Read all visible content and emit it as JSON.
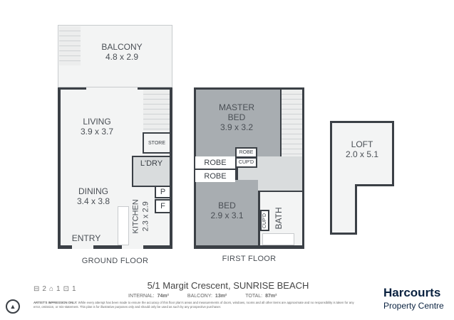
{
  "ground_floor": {
    "label": "GROUND FLOOR",
    "rooms": {
      "balcony": {
        "name": "BALCONY",
        "size": "4.8 x 2.9"
      },
      "living": {
        "name": "LIVING",
        "size": "3.9 x 3.7"
      },
      "store": {
        "name": "STORE"
      },
      "laundry": {
        "name": "L'DRY"
      },
      "pantry": {
        "name": "P"
      },
      "fridge": {
        "name": "F"
      },
      "kitchen": {
        "name": "KITCHEN",
        "size": "2.3 x 2.9"
      },
      "dining": {
        "name": "DINING",
        "size": "3.4 x 3.8"
      },
      "entry": {
        "name": "ENTRY"
      }
    }
  },
  "first_floor": {
    "label": "FIRST FLOOR",
    "rooms": {
      "master": {
        "name1": "MASTER",
        "name2": "BED",
        "size": "3.9 x 3.2"
      },
      "robe_small": {
        "name": "ROBE"
      },
      "cupd": {
        "name": "CUP'D"
      },
      "robe1": {
        "name": "ROBE"
      },
      "robe2": {
        "name": "ROBE"
      },
      "bed": {
        "name": "BED",
        "size": "2.9 x 3.1"
      },
      "bath": {
        "name": "BATH"
      },
      "cupd2": {
        "name": "CUP'D"
      }
    }
  },
  "loft": {
    "name": "LOFT",
    "size": "2.0 x 5.1"
  },
  "footer": {
    "address": "5/1 Margit Crescent, SUNRISE BEACH",
    "beds": "2",
    "baths": "1",
    "cars": "1",
    "internal_label": "INTERNAL:",
    "internal_value": "74m²",
    "balcony_label": "BALCONY:",
    "balcony_value": "13m²",
    "total_label": "TOTAL:",
    "total_value": "87m²",
    "disclaimer_title": "ARTIST'S IMPRESSION ONLY:",
    "disclaimer": "While every attempt has been made to ensure the accuracy of this floor plan's areas and measurements of doors, windows, rooms and all other items are approximate and no responsibility is taken for any error, omission, or mis-statement. This plan is for illustrative purposes only and should only be used as such by any prospective purchaser.",
    "brand": "Harcourts",
    "brand_sub": "Property Centre"
  },
  "colors": {
    "wall": "#3b4046",
    "bedroom": "#a8adb1",
    "hall": "#d9dcdd",
    "floor": "#f3f4f4",
    "brand": "#0a2240"
  }
}
